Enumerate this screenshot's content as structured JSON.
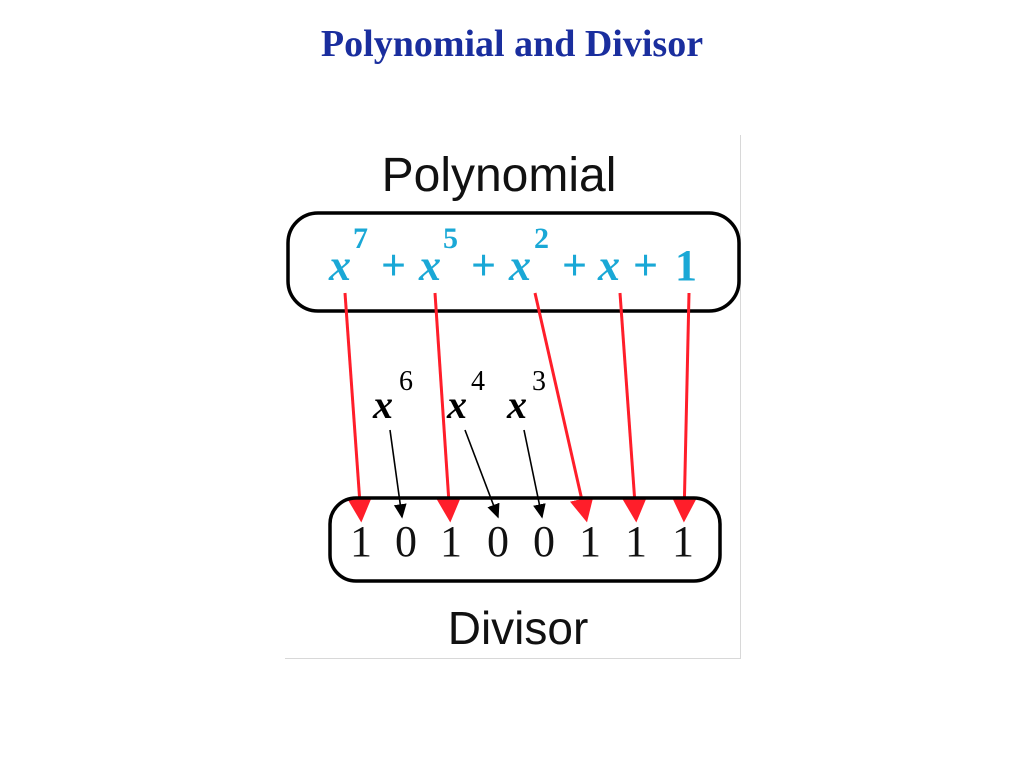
{
  "title": "Polynomial and Divisor",
  "colors": {
    "title": "#1a2e9e",
    "polynomial_terms": "#1aa8d6",
    "arrow_red": "#ff1e2a",
    "arrow_black": "#000000",
    "box_stroke": "#000000"
  },
  "diagram": {
    "top_label": "Polynomial",
    "bottom_label": "Divisor",
    "polynomial": {
      "base": "x",
      "plus": "+",
      "exp_x7": "7",
      "exp_x5": "5",
      "exp_x2": "2",
      "const_term": "1"
    },
    "missing_terms": {
      "base": "x",
      "exp_x6": "6",
      "exp_x4": "4",
      "exp_x3": "3"
    },
    "divisor_bits": [
      "1",
      "0",
      "1",
      "0",
      "0",
      "1",
      "1",
      "1"
    ]
  }
}
